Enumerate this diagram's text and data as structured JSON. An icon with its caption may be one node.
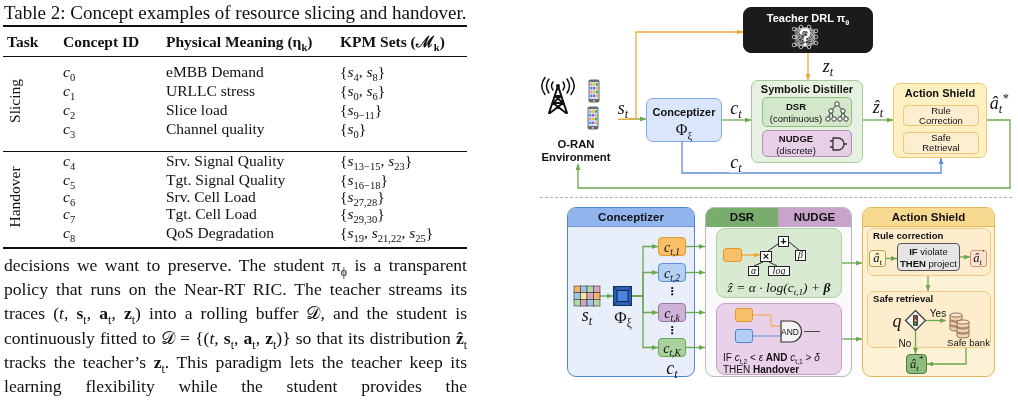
{
  "diagram": {
    "nodes": [
      {
        "text": [
          "Teacher DRL π$_{θ}$"
        ]
      },
      {
        "text": [
          "O-RAN Environment"
        ]
      },
      {
        "text": [
          "Conceptizer",
          "Φ$_{ξ}$"
        ]
      },
      {
        "text": [
          "Symbolic Distiller"
        ]
      },
      {
        "text": [
          "DSR",
          "(continuous)"
        ],
        "in": 3
      },
      {
        "text": [
          "NUDGE",
          "(discrete)"
        ],
        "in": 3
      },
      {
        "text": [
          "Action Shield"
        ]
      },
      {
        "text": [
          "Rule Correction"
        ],
        "in": 6
      },
      {
        "text": [
          "Safe Retrieval"
        ],
        "in": 6
      },
      {
        "text": [
          "Conceptizer"
        ]
      },
      {
        "text": [],
        "shape": "picture",
        "beside": [
          "s$_{t}$"
        ],
        "in": 9
      },
      {
        "text": [],
        "shape": "picture",
        "beside": [
          "Φ$_{ξ}$"
        ],
        "in": 9
      },
      {
        "text": [
          "c$_{t,1}$"
        ],
        "in": 9
      },
      {
        "text": [
          "c$_{t,2}$"
        ],
        "in": 9
      },
      {
        "text": [
          "c$_{t,k}$"
        ],
        "in": 9
      },
      {
        "text": [
          "c$_{t,K}$"
        ],
        "in": 9
      },
      {
        "text": [
          "DSR",
          "NUDGE"
        ]
      },
      {
        "text": [
          "ẑ = α · log(c$_{t,1}$) + **β**"
        ],
        "in": 16
      },
      {
        "text": [],
        "shape": "box",
        "in": 17
      },
      {
        "text": [
          "+"
        ],
        "in": 17
      },
      {
        "text": [
          "×"
        ],
        "in": 17
      },
      {
        "text": [
          "α"
        ],
        "in": 17
      },
      {
        "text": [
          "log"
        ],
        "in": 17
      },
      {
        "text": [
          "β"
        ],
        "in": 17
      },
      {
        "text": [
          "IF *c*$_{t,2}$ < *ε* **AND** *c*$_{t,1}$ > *δ* THEN **Handover**"
        ],
        "in": 16
      },
      {
        "text": [],
        "shape": "box",
        "in": 24
      },
      {
        "text": [],
        "shape": "box",
        "in": 24
      },
      {
        "text": [
          "AND"
        ],
        "in": 24
      },
      {
        "text": [
          "Action Shield"
        ]
      },
      {
        "text": [
          "Rule correction"
        ],
        "in": 28
      },
      {
        "text": [
          "â$_{t}$"
        ],
        "in": 29
      },
      {
        "text": [
          "**IF** violate **THEN** project"
        ],
        "in": 29
      },
      {
        "text": [
          "â$_{t}$$^{′}$"
        ],
        "in": 29
      },
      {
        "text": [
          "Safe retrieval"
        ],
        "in": 28
      },
      {
        "text": [],
        "shape": "diamond",
        "beside": [
          "q"
        ],
        "in": 33
      },
      {
        "text": [
          "Safe bank"
        ],
        "in": 33
      },
      {
        "text": [
          "â$_{t}$$^{*}$"
        ],
        "in": 28
      }
    ],
    "edges": [
      {
        "from": 1,
        "to": 2,
        "arrow": "to",
        "label": "s$_{t}$"
      },
      {
        "from": 1,
        "to": 0,
        "arrow": "to",
        "color": "#f0a830"
      },
      {
        "from": 0,
        "to": 3,
        "arrow": "to",
        "label": "z$_{t}$",
        "color": "#f0a830"
      },
      {
        "from": 2,
        "to": 3,
        "arrow": "to",
        "label": "c$_{t}$"
      },
      {
        "from": 2,
        "to": 6,
        "arrow": "to",
        "label": "c$_{t}$",
        "color": "#5b8fd9"
      },
      {
        "from": 3,
        "to": 6,
        "arrow": "to",
        "label": "ẑ$_{t}$"
      },
      {
        "from": 6,
        "to": 1,
        "arrow": "to",
        "label": "â$_{t}$$^{*}$"
      },
      {
        "from": 10,
        "to": 11,
        "arrow": "to"
      },
      {
        "from": 11,
        "to": 12,
        "arrow": "to"
      },
      {
        "from": 11,
        "to": 13,
        "arrow": "to"
      },
      {
        "from": 11,
        "to": 14,
        "arrow": "to"
      },
      {
        "from": 11,
        "to": 15,
        "arrow": "to"
      },
      {
        "from": 12,
        "to": 16,
        "arrow": "to"
      },
      {
        "from": 13,
        "to": 16,
        "arrow": "to"
      },
      {
        "from": 14,
        "to": 16,
        "arrow": "to"
      },
      {
        "from": 15,
        "to": 16,
        "arrow": "to"
      },
      {
        "from": 17,
        "to": 28,
        "arrow": "to"
      },
      {
        "from": 24,
        "to": 28,
        "arrow": "to"
      },
      {
        "from": 18,
        "to": 20,
        "arrow": "to",
        "color": "#f0a830"
      },
      {
        "from": 19,
        "to": 20,
        "arrow": "none",
        "color": "#222222"
      },
      {
        "from": 19,
        "to": 23,
        "arrow": "none",
        "color": "#222222"
      },
      {
        "from": 20,
        "to": 21,
        "arrow": "none",
        "color": "#222222"
      },
      {
        "from": 20,
        "to": 22,
        "arrow": "none",
        "color": "#222222"
      },
      {
        "from": 25,
        "to": 27,
        "arrow": "none",
        "color": "#f0a830"
      },
      {
        "from": 26,
        "to": 27,
        "arrow": "none",
        "color": "#5b8fd9"
      },
      {
        "from": 27,
        "to": null,
        "arrow": "none",
        "color": "#444444"
      },
      {
        "from": 30,
        "to": 31,
        "arrow": "to"
      },
      {
        "from": 31,
        "to": 32,
        "arrow": "to"
      },
      {
        "from": 29,
        "to": 33,
        "arrow": "to"
      },
      {
        "from": 34,
        "to": 35,
        "arrow": "to",
        "label": "Yes"
      },
      {
        "from": 34,
        "to": 36,
        "arrow": "to",
        "label": "No"
      },
      {
        "from": 35,
        "to": 36,
        "arrow": "to"
      }
    ],
    "labels": [
      "Table 2: Concept examples of resource slicing and handover.",
      "Task",
      "Concept ID",
      "Physical Meaning (η$_{k}$)",
      "KPM Sets (ℳ$_{k}$)",
      "Slicing",
      "*c*$_{0}$",
      "eMBB Demand",
      "{*s*$_{4}$, *s*$_{8}$}",
      "*c*$_{1}$",
      "URLLC stress",
      "{*s*$_{0}$, *s*$_{6}$}",
      "*c*$_{2}$",
      "Slice load",
      "{*s*$_{9−11}$}",
      "*c*$_{3}$",
      "Channel quality",
      "{*s*$_{0}$}",
      "Handover",
      "*c*$_{4}$",
      "Srv. Signal Quality",
      "{*s*$_{13−15}$, *s*$_{23}$}",
      "*c*$_{5}$",
      "Tgt. Signal Quality",
      "{*s*$_{16−18}$}",
      "*c*$_{6}$",
      "Srv. Cell Load",
      "{*s*$_{27,28}$}",
      "*c*$_{7}$",
      "Tgt. Cell Load",
      "{*s*$_{29,30}$}",
      "*c*$_{8}$",
      "QoS Degradation",
      "{*s*$_{19}$, *s*$_{21,22}$, *s*$_{25}$}",
      "decisions we want to preserve. The student π$_{ϕ}$ is a transparent policy that runs on the Near-RT RIC. The teacher streams its traces (*t*, **s**$_{t}$, **a**$_{t}$, **z**$_{t}$) into a rolling buffer 𝒟, and the student is continuously fitted to 𝒟 = {(*t*, **s**$_{t}$, **a**$_{t}$, **z**$_{t}$)} so that its distribution **ẑ**$_{t}$ tracks the teacher’s **z**$_{t}$. This paradigm lets the teacher keep its learning flexibility while the student provides the",
      "⋮",
      "⋮",
      "c$_{t}$"
    ]
  }
}
